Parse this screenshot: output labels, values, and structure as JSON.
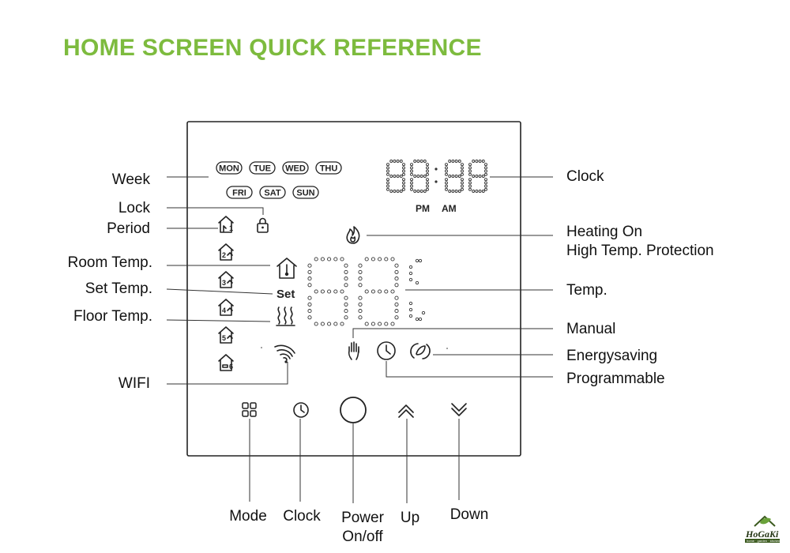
{
  "title": "HOME SCREEN QUICK REFERENCE",
  "week_days_row1": [
    "MON",
    "TUE",
    "WED",
    "THU"
  ],
  "week_days_row2": [
    "FRI",
    "SAT",
    "SUN"
  ],
  "clock_indicators": {
    "pm": "PM",
    "am": "AM"
  },
  "set_indicator": "Set",
  "period_numbers": [
    "1",
    "2",
    "3",
    "4",
    "5",
    "6"
  ],
  "labels_left": {
    "week": "Week",
    "lock": "Lock",
    "period": "Period",
    "room_temp": "Room Temp.",
    "set_temp": "Set  Temp.",
    "floor_temp": "Floor Temp.",
    "wifi": "WIFI"
  },
  "labels_right": {
    "clock": "Clock",
    "heating_on": "Heating On",
    "high_temp": "High Temp. Protection",
    "temp": "Temp.",
    "manual": "Manual",
    "energysaving": "Energysaving",
    "programmable": "Programmable"
  },
  "labels_bottom": {
    "mode": "Mode",
    "clock": "Clock",
    "power_line1": "Power",
    "power_line2": "On/off",
    "up": "Up",
    "down": "Down"
  },
  "logo": {
    "text": "HoGaKi",
    "tagline": "home · garden · kitchen"
  },
  "colors": {
    "title": "#7dbb3e",
    "line": "#333333",
    "text": "#111111"
  },
  "icons": {
    "lock": "lock-icon",
    "heating": "flame-icon",
    "room_temp": "house-thermometer-icon",
    "floor_temp": "floor-heating-icon",
    "wifi": "wifi-icon",
    "manual": "hand-icon",
    "programmable": "clock-icon",
    "energysaving": "leaf-icon",
    "mode_button": "four-squares-icon",
    "clock_button": "clock-icon",
    "power_button": "circle-icon",
    "up_button": "chevron-up-icon",
    "down_button": "double-chevron-down-icon"
  }
}
